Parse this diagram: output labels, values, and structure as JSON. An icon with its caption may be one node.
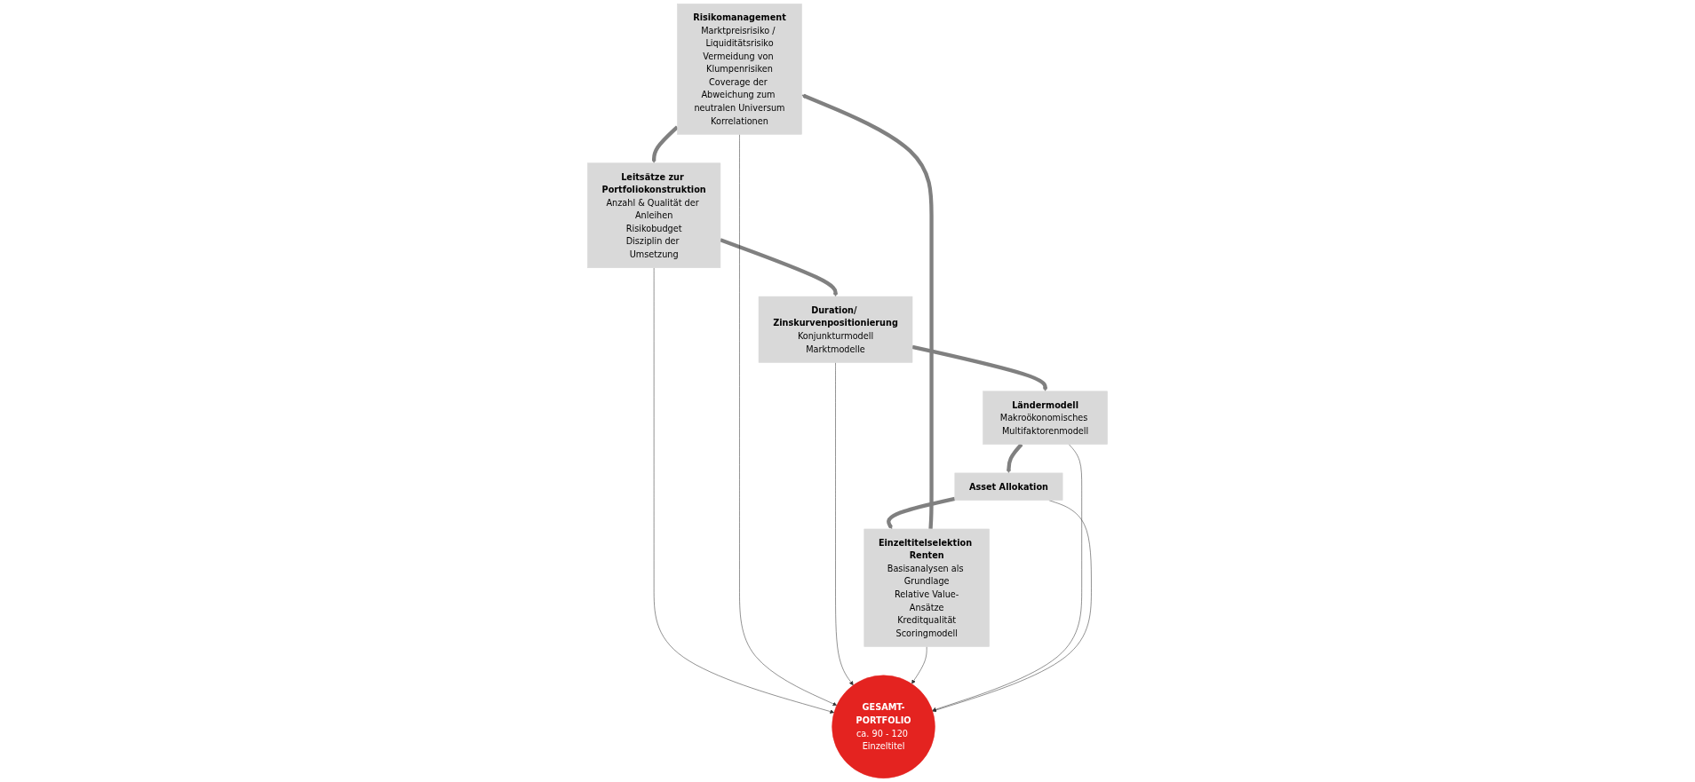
{
  "diagram": {
    "nodes": [
      {
        "text": [
          "Risikomanagement",
          "Marktpreisrisiko / Liquiditätsrisiko",
          "Vermeidung von Klumpenrisiken",
          "Coverage der Abweichung zum neutralen Universum",
          "Korrelationen"
        ]
      },
      {
        "text": [
          "Leitsätze zur Portfoliokonstruktion",
          "Anzahl & Qualität der Anleihen",
          "Risikobudget",
          "Disziplin der Umsetzung"
        ]
      },
      {
        "text": [
          "Duration/ Zinskurvenpositionierung",
          "Konjunkturmodell",
          "Marktmodelle"
        ]
      },
      {
        "text": [
          "GESAMT-PORTFOLIO",
          "ca. 90 - 120 Einzeltitel"
        ]
      },
      {
        "text": [
          "Einzeltitelselektion Renten",
          "Basisanalysen als Grundlage",
          "Relative Value-Ansätze",
          "Kreditqualität",
          "Scoringmodell"
        ]
      },
      {
        "text": [
          "Asset Allokation"
        ]
      },
      {
        "text": [
          "Ländermodell",
          "Makroökonomisches Multifaktorenmodell"
        ]
      }
    ],
    "edges": [
      {
        "from": 0,
        "to": 1,
        "arrow": "to",
        "style": "thick",
        "color": "#808080"
      },
      {
        "from": 1,
        "to": 2,
        "arrow": "to",
        "style": "thick",
        "color": "#808080"
      },
      {
        "from": 2,
        "to": 6,
        "arrow": "to",
        "style": "thick",
        "color": "#808080"
      },
      {
        "from": 6,
        "to": 5,
        "arrow": "to",
        "style": "thick",
        "color": "#808080"
      },
      {
        "from": 5,
        "to": 4,
        "arrow": "to",
        "style": "thick",
        "color": "#808080"
      },
      {
        "from": 4,
        "to": 0,
        "arrow": "to",
        "style": "thick",
        "color": "#808080"
      },
      {
        "from": 1,
        "to": 3,
        "arrow": "to"
      },
      {
        "from": 0,
        "to": 3,
        "arrow": "to"
      },
      {
        "from": 2,
        "to": 3,
        "arrow": "to"
      },
      {
        "from": 4,
        "to": 3,
        "arrow": "to"
      },
      {
        "from": 6,
        "to": 3,
        "arrow": "to"
      },
      {
        "from": 5,
        "to": 3,
        "arrow": "to"
      }
    ]
  }
}
